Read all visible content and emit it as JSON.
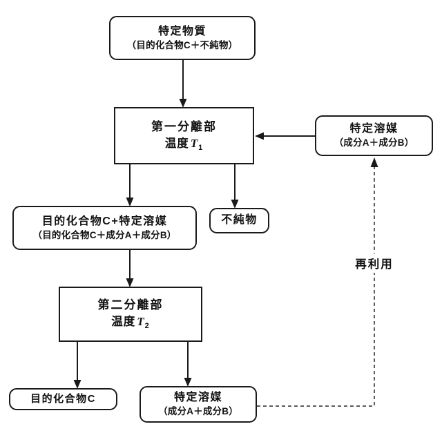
{
  "boxes": {
    "specific_substance": {
      "title": "特定物質",
      "subtitle": "（目的化合物C＋不純物）"
    },
    "first_separation": {
      "title": "第一分離部",
      "temp_prefix": "温度",
      "temp_symbol": "T",
      "temp_sub": "1"
    },
    "specific_solvent_top": {
      "title": "特定溶媒",
      "subtitle": "（成分A＋成分B）"
    },
    "target_plus_solvent": {
      "title": "目的化合物C+特定溶媒",
      "subtitle": "（目的化合物C＋成分A＋成分B）"
    },
    "impurities": {
      "title": "不純物"
    },
    "second_separation": {
      "title": "第二分離部",
      "temp_prefix": "温度",
      "temp_symbol": "T",
      "temp_sub": "2"
    },
    "target_compound": {
      "title": "目的化合物C"
    },
    "specific_solvent_bottom": {
      "title": "特定溶媒",
      "subtitle": "（成分A＋成分B）"
    }
  },
  "labels": {
    "reuse": "再利用"
  },
  "colors": {
    "line": "#1a1a1a",
    "dashed_line": "#444444",
    "background": "#ffffff",
    "text": "#111111"
  }
}
